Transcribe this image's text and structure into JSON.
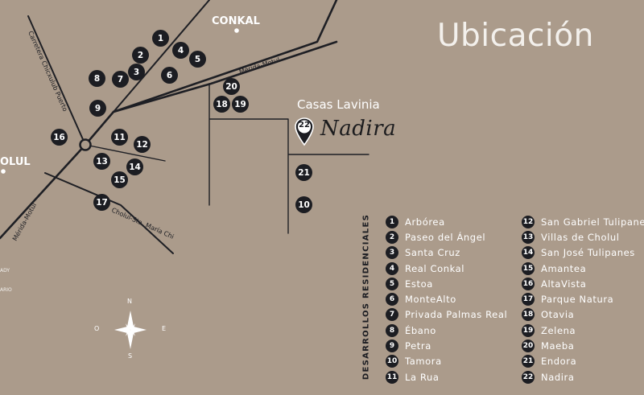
{
  "title": "Ubicación",
  "project": {
    "prefix": "Casas",
    "name": "Lavinia",
    "brand": "Nadira",
    "pin_number": "22"
  },
  "places": {
    "conkal": "CONKAL",
    "cholul": "OLUL",
    "faint_1": "ADY",
    "faint_2": "ARIO"
  },
  "roads": {
    "merida_motul_east": "Mérida-Motul",
    "merida_motul_west": "Mérida-Motul",
    "chicxulub": "Carretera Chicxulub Puerto",
    "cholul_santa_maria": "Cholul-Sta. María Chi"
  },
  "compass": {
    "north": "N",
    "south": "S",
    "east": "E",
    "west": "O"
  },
  "legend_heading": "DESARROLLOS RESIDENCIALES",
  "legend": [
    {
      "num": "1",
      "name": "Arbórea"
    },
    {
      "num": "2",
      "name": "Paseo del Ángel"
    },
    {
      "num": "3",
      "name": "Santa Cruz"
    },
    {
      "num": "4",
      "name": "Real Conkal"
    },
    {
      "num": "5",
      "name": "Estoa"
    },
    {
      "num": "6",
      "name": "MonteAlto"
    },
    {
      "num": "7",
      "name": "Privada Palmas Real"
    },
    {
      "num": "8",
      "name": "Ébano"
    },
    {
      "num": "9",
      "name": "Petra"
    },
    {
      "num": "10",
      "name": "Tamora"
    },
    {
      "num": "11",
      "name": "La Rua"
    },
    {
      "num": "12",
      "name": "San Gabriel Tulipanes"
    },
    {
      "num": "13",
      "name": "Villas de Cholul"
    },
    {
      "num": "14",
      "name": "San José Tulipanes"
    },
    {
      "num": "15",
      "name": "Amantea"
    },
    {
      "num": "16",
      "name": "AltaVista"
    },
    {
      "num": "17",
      "name": "Parque Natura"
    },
    {
      "num": "18",
      "name": "Otavia"
    },
    {
      "num": "19",
      "name": "Zelena"
    },
    {
      "num": "20",
      "name": "Maeba"
    },
    {
      "num": "21",
      "name": "Endora"
    },
    {
      "num": "22",
      "name": "Nadira"
    }
  ],
  "map_markers": [
    "1",
    "2",
    "3",
    "4",
    "5",
    "6",
    "7",
    "8",
    "9",
    "10",
    "11",
    "12",
    "13",
    "14",
    "15",
    "16",
    "17",
    "18",
    "19",
    "20",
    "21"
  ],
  "colors": {
    "background": "#ab9b8b",
    "marker": "#1c1d22",
    "text_light": "#ffffff",
    "road": "#1e1f24"
  }
}
